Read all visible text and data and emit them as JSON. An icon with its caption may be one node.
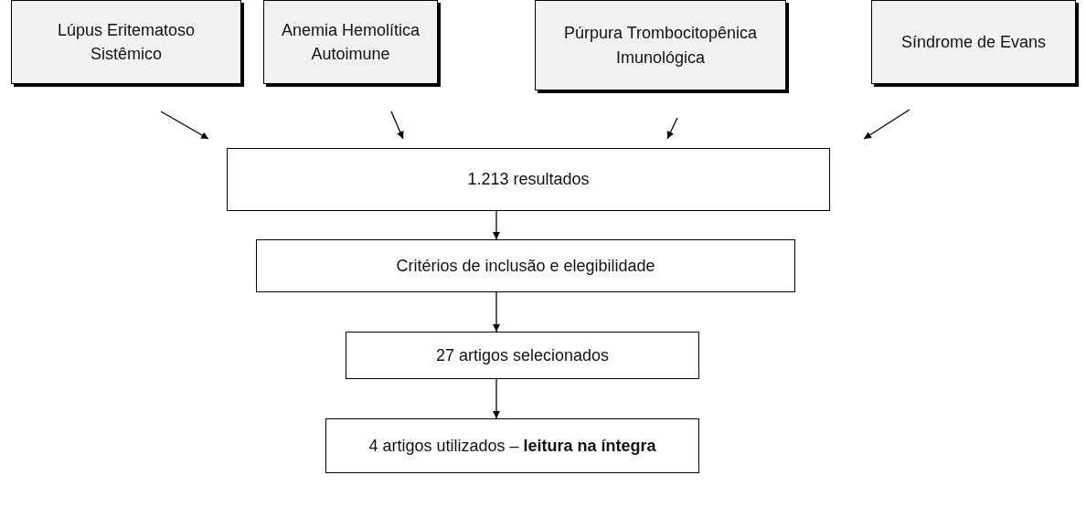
{
  "diagram": {
    "nodes": [
      {
        "text": [
          "Lúpus Eritematoso Sistêmico"
        ]
      },
      {
        "text": [
          "Anemia Hemolítica Autoimune"
        ]
      },
      {
        "text": [
          "Púrpura Trombocitopênica Imunológica"
        ]
      },
      {
        "text": [
          "Síndrome de Evans"
        ]
      },
      {
        "text": [
          "1.213 resultados"
        ]
      },
      {
        "text": [
          "Critérios de inclusão e elegibilidade"
        ]
      },
      {
        "text": [
          "27 artigos selecionados"
        ]
      },
      {
        "text": [
          "4 artigos utilizados – **leitura na íntegra**"
        ]
      }
    ],
    "edges": [
      {
        "from": 0,
        "to": 4,
        "arrow": "to"
      },
      {
        "from": 1,
        "to": 4,
        "arrow": "to"
      },
      {
        "from": 2,
        "to": 4,
        "arrow": "to"
      },
      {
        "from": 3,
        "to": 4,
        "arrow": "to"
      },
      {
        "from": 4,
        "to": 5,
        "arrow": "to"
      },
      {
        "from": 5,
        "to": 6,
        "arrow": "to"
      },
      {
        "from": 6,
        "to": 7,
        "arrow": "to"
      }
    ]
  }
}
